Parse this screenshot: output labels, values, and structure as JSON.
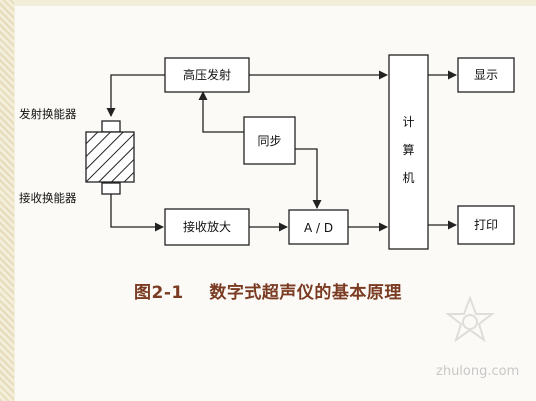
{
  "blocks": {
    "hv_transmit": "高压发射",
    "sync": "同步",
    "amplifier": "接收放大",
    "adc": "A / D",
    "computer": [
      "计",
      "算",
      "机"
    ],
    "display": "显示",
    "printer": "打印"
  },
  "labels": {
    "tx_transducer": "发射换能器",
    "rx_transducer": "接收换能器"
  },
  "caption": "图2-1    数字式超声仪的基本原理",
  "watermark": "zhulong.com",
  "colors": {
    "caption": "#7a3b22",
    "background": "#f3eed9"
  }
}
